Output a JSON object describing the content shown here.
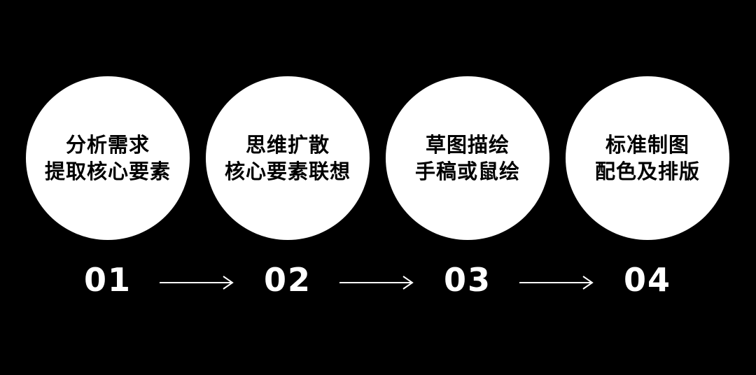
{
  "steps": [
    {
      "number": "01",
      "line1": "分析需求",
      "line2": "提取核心要素"
    },
    {
      "number": "02",
      "line1": "思维扩散",
      "line2": "核心要素联想"
    },
    {
      "number": "03",
      "line1": "草图描绘",
      "line2": "手稿或鼠绘"
    },
    {
      "number": "04",
      "line1": "标准制图",
      "line2": "配色及排版"
    }
  ],
  "colors": {
    "background": "#000000",
    "circle": "#ffffff",
    "circle_text": "#000000",
    "number": "#ffffff",
    "arrow": "#ffffff"
  },
  "icons": [
    "arrow-right-icon"
  ]
}
